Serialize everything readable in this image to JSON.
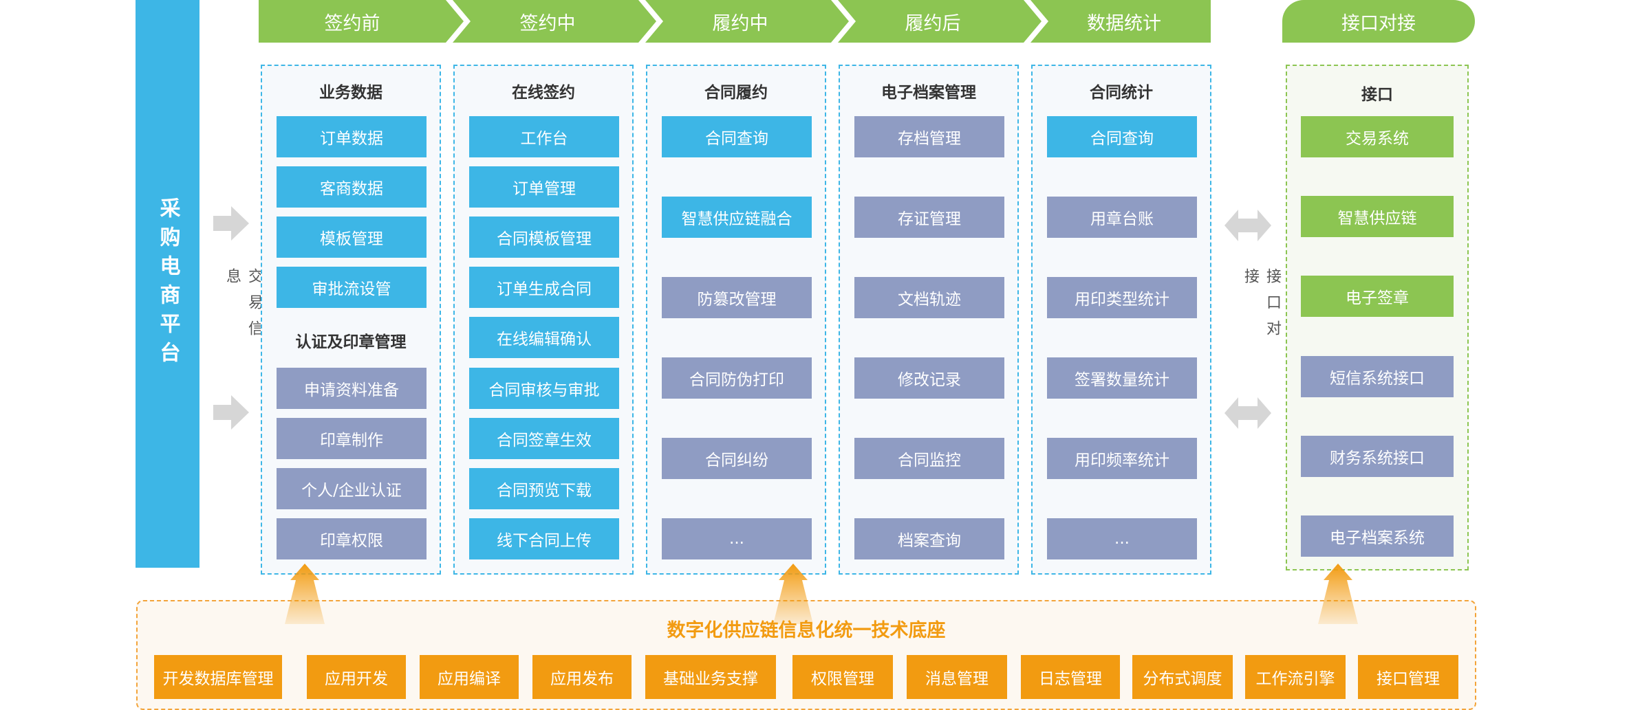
{
  "left_bar": {
    "label": "采购电商平台"
  },
  "left_side_label": "交易信息",
  "right_side_label": "接口对接",
  "phases": [
    "签约前",
    "签约中",
    "履约中",
    "履约后",
    "数据统计"
  ],
  "interface_header": "接口对接",
  "columns": [
    {
      "title": "业务数据",
      "items": [
        "订单数据",
        "客商数据",
        "模板管理",
        "审批流设管"
      ],
      "subtitle": "认证及印章管理",
      "sub_items": [
        "申请资料准备",
        "印章制作",
        "个人/企业认证",
        "印章权限"
      ]
    },
    {
      "title": "在线签约",
      "items": [
        "工作台",
        "订单管理",
        "合同模板管理",
        "订单生成合同",
        "在线编辑确认",
        "合同审核与审批",
        "合同签章生效",
        "合同预览下载",
        "线下合同上传"
      ]
    },
    {
      "title": "合同履约",
      "items": [
        "合同查询",
        "智慧供应链融合",
        "防篡改管理",
        "合同防伪打印",
        "合同纠纷",
        "..."
      ]
    },
    {
      "title": "电子档案管理",
      "items": [
        "存档管理",
        "存证管理",
        "文档轨迹",
        "修改记录",
        "合同监控",
        "档案查询"
      ]
    },
    {
      "title": "合同统计",
      "items": [
        "合同查询",
        "用章台账",
        "用印类型统计",
        "签署数量统计",
        "用印频率统计",
        "..."
      ]
    }
  ],
  "interface": {
    "title": "接口",
    "items": [
      "交易系统",
      "智慧供应链",
      "电子签章",
      "短信系统接口",
      "财务系统接口",
      "电子档案系统"
    ]
  },
  "base": {
    "title": "数字化供应链信息化统一技术底座",
    "items": [
      "开发数据库管理",
      "应用开发",
      "应用编译",
      "应用发布",
      "基础业务支撑",
      "权限管理",
      "消息管理",
      "日志管理",
      "分布式调度",
      "工作流引擎",
      "接口管理"
    ]
  },
  "colors": {
    "blue": "#3db6e6",
    "slate": "#8f9cc3",
    "green": "#8cc552",
    "orange": "#f29b11"
  }
}
